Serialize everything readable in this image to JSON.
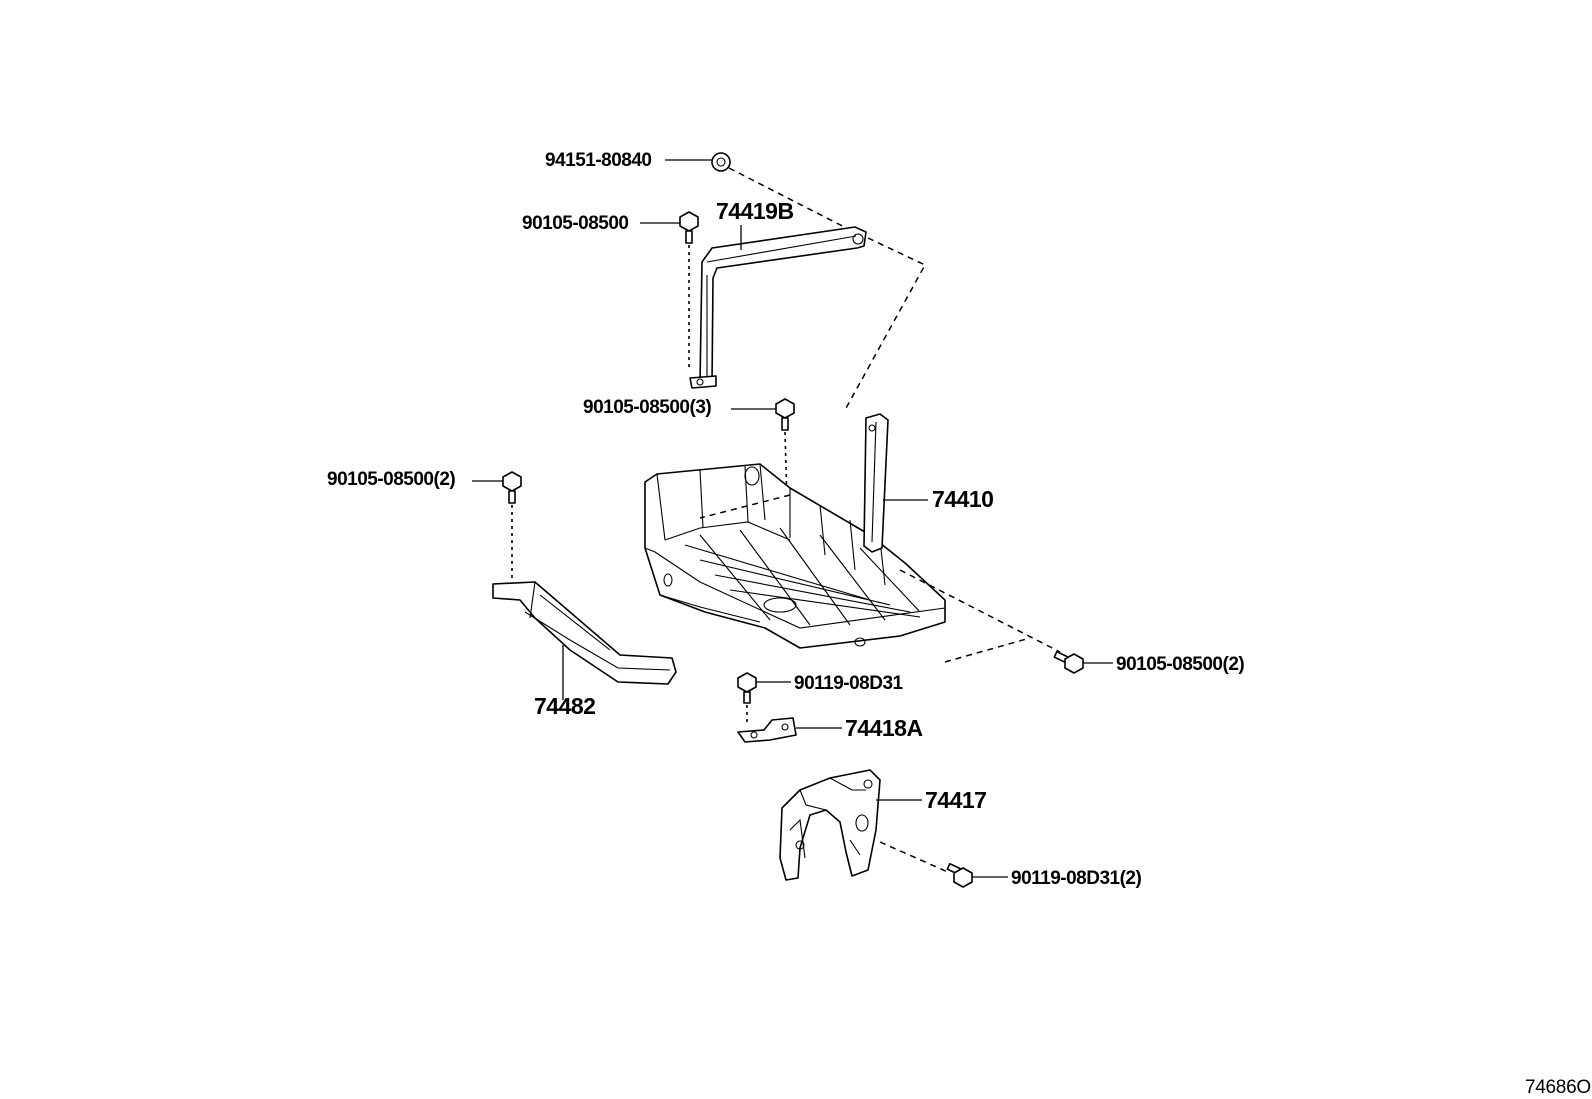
{
  "diagram": {
    "reference_code": "74686O",
    "parts": [
      {
        "id": "nut-94151",
        "label": "94151-80840"
      },
      {
        "id": "bolt-strap",
        "label": "90105-08500"
      },
      {
        "id": "strap",
        "label": "74419B"
      },
      {
        "id": "bolt-tray-top",
        "label": "90105-08500(3)"
      },
      {
        "id": "bolt-left",
        "label": "90105-08500(2)"
      },
      {
        "id": "tray",
        "label": "74410"
      },
      {
        "id": "bolt-right",
        "label": "90105-08500(2)"
      },
      {
        "id": "bracket-left",
        "label": "74482"
      },
      {
        "id": "bolt-small",
        "label": "90119-08D31"
      },
      {
        "id": "clamp",
        "label": "74418A"
      },
      {
        "id": "support",
        "label": "74417"
      },
      {
        "id": "bolt-support",
        "label": "90119-08D31(2)"
      }
    ]
  }
}
